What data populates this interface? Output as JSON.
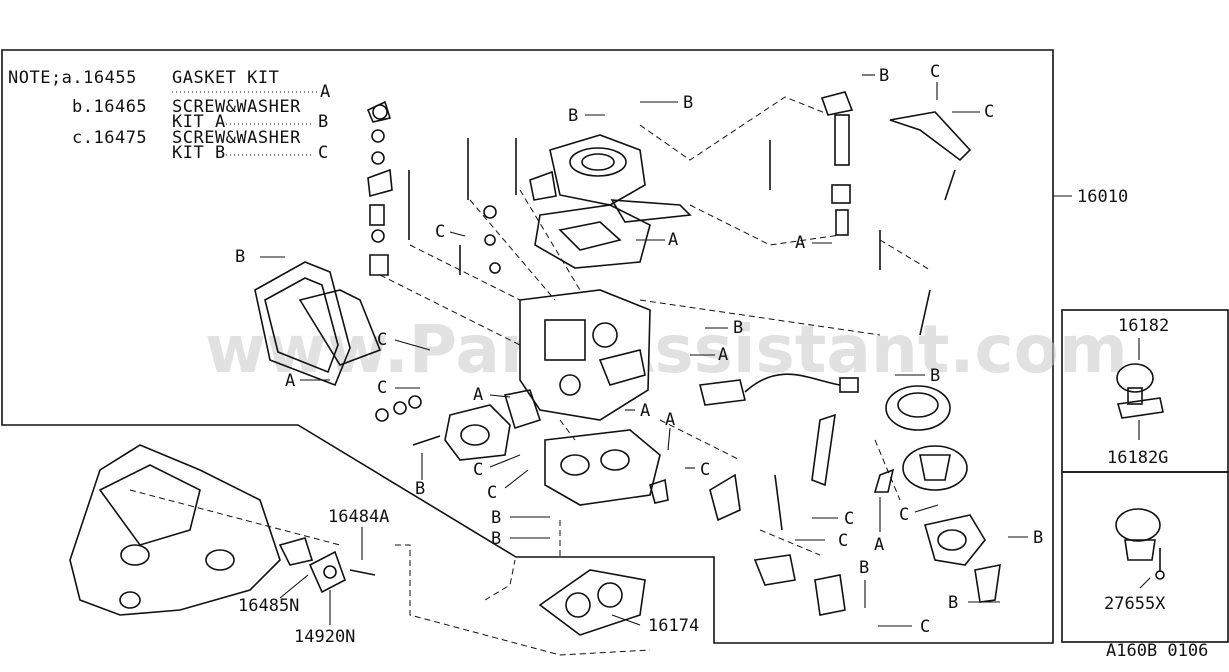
{
  "notes": [
    {
      "prefix": "NOTE;a.",
      "part": "16455",
      "name": "GASKET KIT",
      "line2": "",
      "key": "A"
    },
    {
      "prefix": "b.",
      "part": "16465",
      "name": "SCREW&WASHER",
      "line2": "KIT A",
      "key": "B"
    },
    {
      "prefix": "c.",
      "part": "16475",
      "name": "SCREW&WASHER",
      "line2": "KIT B",
      "key": "C"
    }
  ],
  "part_numbers": {
    "main_assembly": "16010",
    "sensor_top": "16182",
    "sensor_top_gasket": "16182G",
    "actuator": "27655X",
    "screw": "16484A",
    "bracket": "16485N",
    "switch": "14920N",
    "base_gasket": "16174"
  },
  "diagram_code": "A160B 0106",
  "watermark": "www.PartsAssistant.com",
  "callout_letters": {
    "a": "A",
    "b": "B",
    "c": "C"
  }
}
